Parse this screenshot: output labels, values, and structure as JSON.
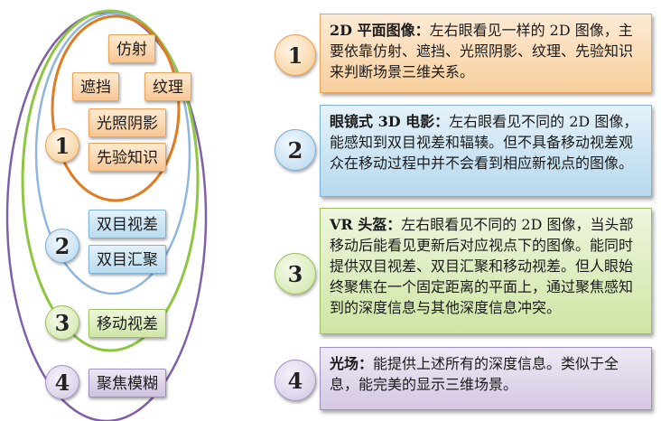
{
  "cues": {
    "fangshe": "仿射",
    "zhedang": "遮挡",
    "wenli": "纹理",
    "guangzhao": "光照阴影",
    "xianyan": "先验知识",
    "shuangmu_shicha": "双目视差",
    "shuangmu_huiju": "双目汇聚",
    "yidong_shicha": "移动视差",
    "jujiao_mohu": "聚焦模糊"
  },
  "numbers": [
    "1",
    "2",
    "3",
    "4"
  ],
  "descriptions": [
    {
      "title": "2D 平面图像：",
      "text": "左右眼看见一样的 2D 图像，主要依靠仿射、遮挡、光照阴影、纹理、先验知识来判断场景三维关系。"
    },
    {
      "title": "眼镜式 3D 电影：",
      "text": "左右眼看见不同的 2D 图像，能感知到双目视差和辐辏。但不具备移动视差观众在移动过程中并不会看到相应新视点的图像。"
    },
    {
      "title": "VR 头盔：",
      "text": "左右眼看见不同的 2D 图像，当头部移动后能看见更新后对应视点下的图像。能同时提供双目视差、双目汇聚和移动视差。但人眼始终聚焦在一个固定距离的平面上，通过聚焦感知到的深度信息与其他深度信息冲突。"
    },
    {
      "title": "光场：",
      "text": "能提供上述所有的深度信息。类似于全息，能完美的显示三维场景。"
    }
  ],
  "colors": {
    "orange": "#e07b1f",
    "blue": "#8fb7de",
    "green": "#8dc63f",
    "purple": "#7f5fa8"
  }
}
